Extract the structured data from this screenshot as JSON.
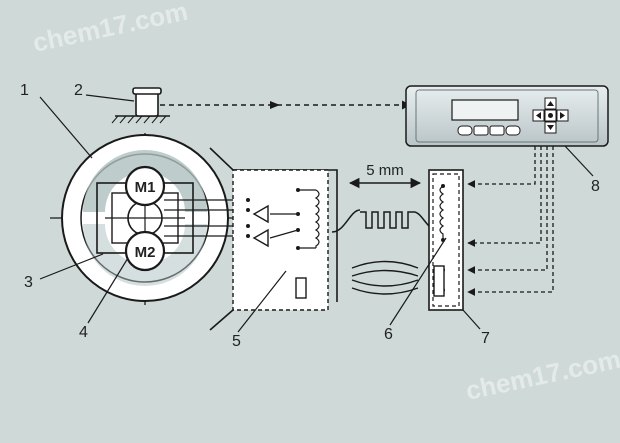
{
  "watermark": "chem17.com",
  "callouts": [
    "1",
    "2",
    "3",
    "4",
    "5",
    "6",
    "7",
    "8"
  ],
  "motors": {
    "m1": "M1",
    "m2": "M2"
  },
  "gap_label": "5 mm",
  "colors": {
    "background": "#ced9d8",
    "line": "#1a1a1a",
    "fill": "#ffffff",
    "disc_shade": "#aebfbf",
    "controller": "#d6dde0",
    "display": "#eef2f2"
  },
  "icons": [
    "arrow-up-icon",
    "arrow-down-icon",
    "arrow-left-icon",
    "arrow-right-icon",
    "center-button-icon"
  ]
}
